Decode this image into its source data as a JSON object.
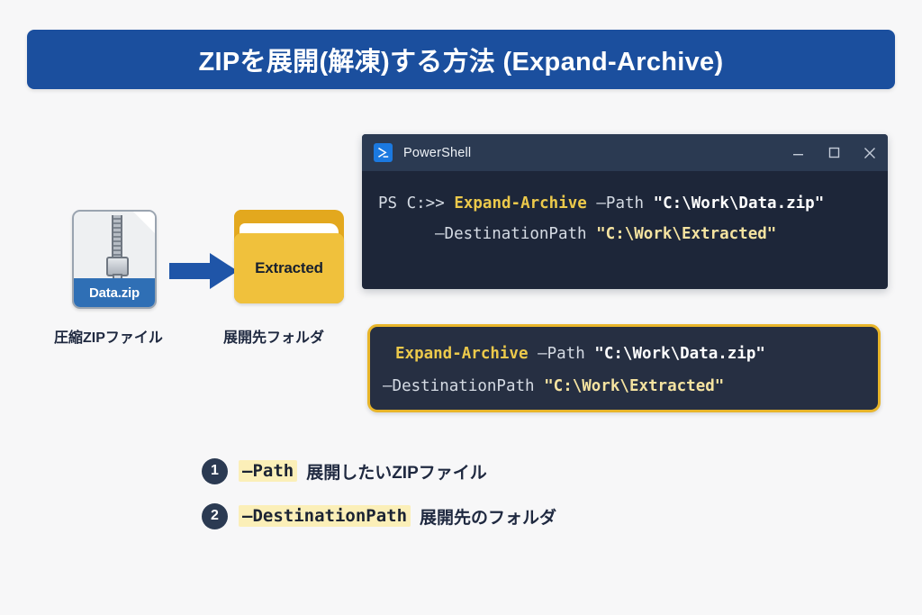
{
  "slide": {
    "title": "ZIPを展開(解凍)する方法 (Expand-Archive)",
    "background_color": "#f7f7f8",
    "title_banner_color": "#1b4f9e"
  },
  "illustration": {
    "zip_file": {
      "icon": "zip-file-icon",
      "label": "Data.zip",
      "caption": "圧縮ZIPファイル",
      "band_color": "#2f6fb5"
    },
    "arrow": {
      "icon": "right-arrow-icon",
      "color": "#1f55a8"
    },
    "folder": {
      "icon": "folder-icon",
      "label": "Extracted",
      "caption": "展開先フォルダ",
      "color": "#f0c13c"
    }
  },
  "powershell_window": {
    "app_icon": "powershell-icon",
    "title": "PowerShell",
    "controls": {
      "minimize": "minimize-icon",
      "maximize": "maximize-icon",
      "close": "close-icon"
    },
    "titlebar_color": "#2b3a52",
    "body_color": "#1d2639",
    "line1": {
      "prompt": "PS C:>>",
      "command": "Expand-Archive",
      "param": "–Path",
      "value": "\"C:\\Work\\Data.zip\""
    },
    "line2": {
      "param": "–DestinationPath",
      "value": "\"C:\\Work\\Extracted\""
    }
  },
  "code_box": {
    "border_color": "#e8b52a",
    "background_color": "#262f42",
    "line1": {
      "command": "Expand-Archive",
      "param": "–Path",
      "value": "\"C:\\Work\\Data.zip\""
    },
    "line2": {
      "param": "–DestinationPath",
      "value": "\"C:\\Work\\Extracted\""
    }
  },
  "bullets": {
    "highlight_color": "#fbefb8",
    "items": [
      {
        "number": "1",
        "code": "–Path",
        "description": "展開したいZIPファイル"
      },
      {
        "number": "2",
        "code": "–DestinationPath",
        "description": "展開先のフォルダ"
      }
    ]
  }
}
